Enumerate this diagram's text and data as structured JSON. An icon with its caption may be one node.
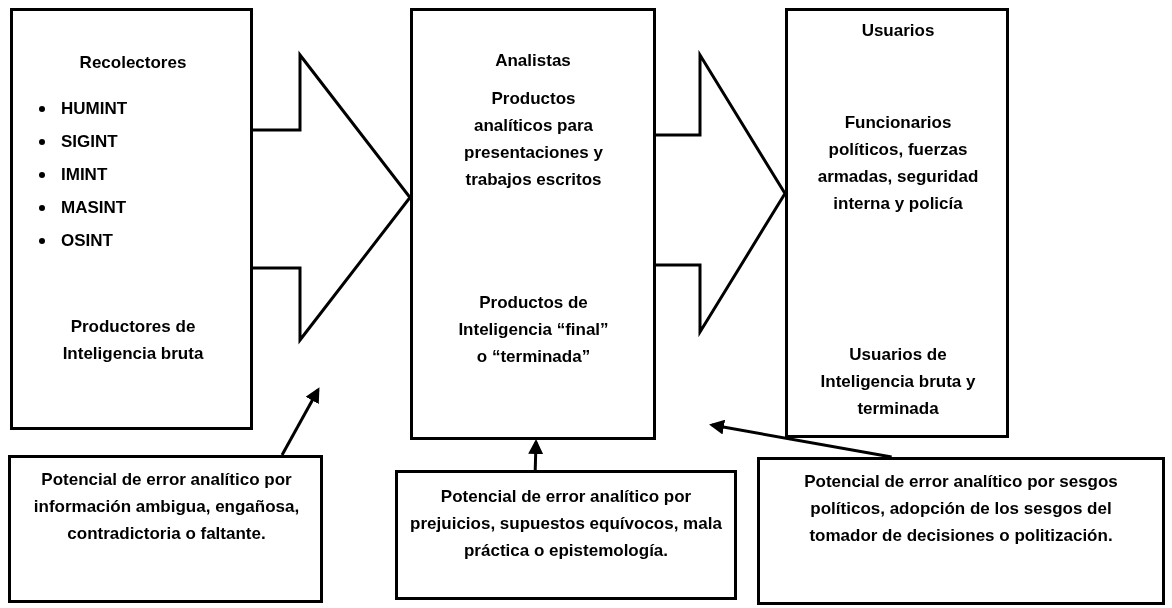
{
  "diagram": {
    "nodes": [
      {
        "text": [
          "Recolectores",
          "HUMINT",
          "SIGINT",
          "IMINT",
          "MASINT",
          "OSINT",
          "Productores de Inteligencia bruta"
        ]
      },
      {
        "text": [
          "Analistas",
          "Productos analíticos para presentaciones y trabajos escritos",
          "Productos de Inteligencia “final” o “terminada”"
        ]
      },
      {
        "text": [
          "Usuarios",
          "Funcionarios políticos, fuerzas armadas, seguridad interna y policía",
          "Usuarios de Inteligencia bruta y terminada"
        ]
      },
      {
        "text": [
          "Potencial de error analítico por información ambigua, engañosa, contradictoria o faltante."
        ]
      },
      {
        "text": [
          "Potencial de error analítico por prejuicios, supuestos equívocos, mala práctica o epistemología."
        ]
      },
      {
        "text": [
          "Potencial de error analítico por sesgos políticos, adopción de los sesgos del tomador de decisiones o politización."
        ]
      }
    ],
    "edges": [
      {
        "from": 0,
        "to": 1,
        "arrow": "to",
        "style": "thick"
      },
      {
        "from": 1,
        "to": 2,
        "arrow": "to",
        "style": "thick"
      },
      {
        "from": 3,
        "to": null,
        "arrow": "to"
      },
      {
        "from": 4,
        "to": 1,
        "arrow": "to"
      },
      {
        "from": 5,
        "to": null,
        "arrow": "to"
      }
    ]
  }
}
